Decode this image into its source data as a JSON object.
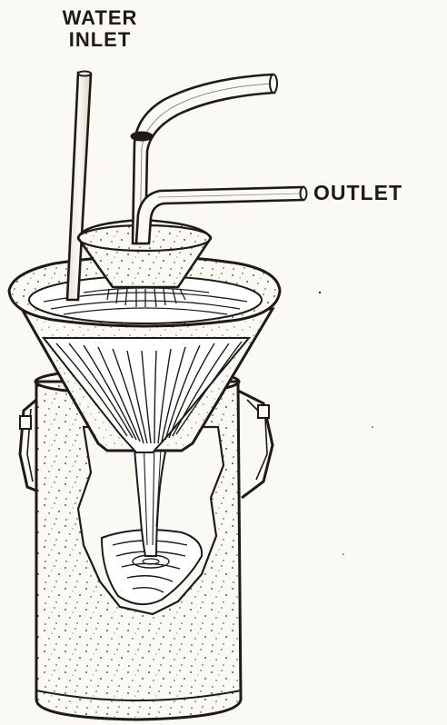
{
  "labels": {
    "water_inlet_line1": "WATER",
    "water_inlet_line2": "INLET",
    "outlet": "OUTLET"
  },
  "colors": {
    "ink": "#1f1a17",
    "paper": "#fbf9f3"
  }
}
